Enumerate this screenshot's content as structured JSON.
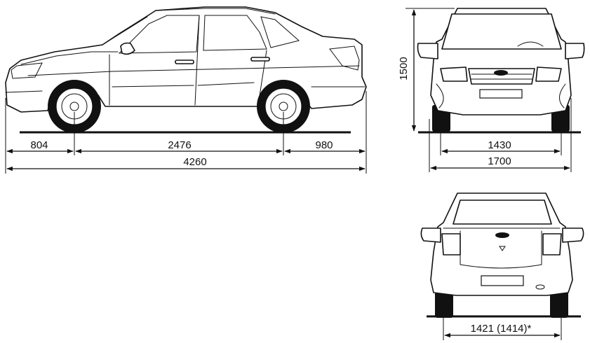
{
  "side_view": {
    "front_overhang": "804",
    "wheelbase": "2476",
    "rear_overhang": "980",
    "overall_length": "4260"
  },
  "front_view": {
    "height": "1500",
    "front_track": "1430",
    "overall_width": "1700"
  },
  "rear_view": {
    "rear_track": "1421 (1414)*"
  }
}
